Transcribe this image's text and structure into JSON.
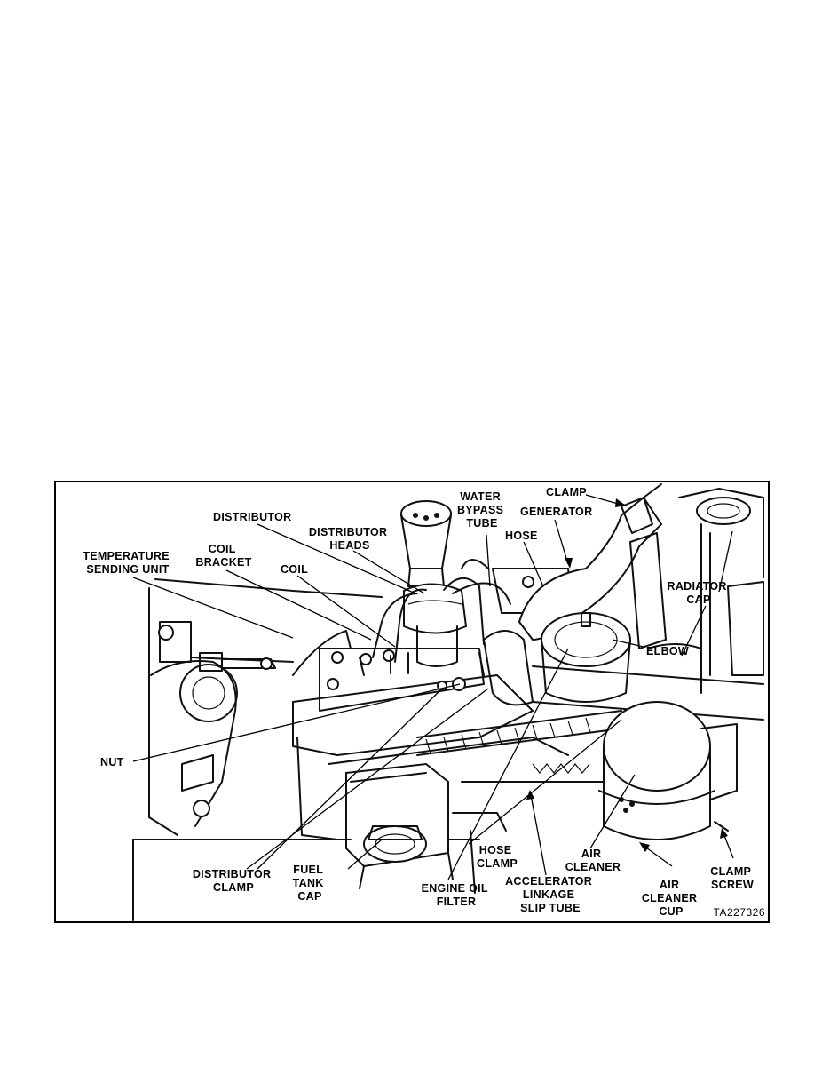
{
  "figure_code": "TA227326",
  "labels": {
    "water_bypass_tube": [
      "WATER",
      "BYPASS",
      "TUBE"
    ],
    "clamp_top": [
      "CLAMP"
    ],
    "generator": [
      "GENERATOR"
    ],
    "distributor": [
      "DISTRIBUTOR"
    ],
    "distributor_heads": [
      "DISTRIBUTOR",
      "HEADS"
    ],
    "hose": [
      "HOSE"
    ],
    "temperature_sending_unit": [
      "TEMPERATURE",
      "SENDING UNIT"
    ],
    "coil_bracket": [
      "COIL",
      "BRACKET"
    ],
    "coil": [
      "COIL"
    ],
    "radiator_cap": [
      "RADIATOR",
      "CAP"
    ],
    "elbow": [
      "ELBOW"
    ],
    "nut": [
      "NUT"
    ],
    "hose_clamp": [
      "HOSE",
      "CLAMP"
    ],
    "air_cleaner": [
      "AIR",
      "CLEANER"
    ],
    "distributor_clamp": [
      "DISTRIBUTOR",
      "CLAMP"
    ],
    "fuel_tank_cap": [
      "FUEL",
      "TANK",
      "CAP"
    ],
    "engine_oil_filter": [
      "ENGINE OIL",
      "FILTER"
    ],
    "accelerator_linkage_slip_tube": [
      "ACCELERATOR",
      "LINKAGE",
      "SLIP TUBE"
    ],
    "air_cleaner_cup": [
      "AIR",
      "CLEANER",
      "CUP"
    ],
    "clamp_screw": [
      "CLAMP",
      "SCREW"
    ]
  }
}
